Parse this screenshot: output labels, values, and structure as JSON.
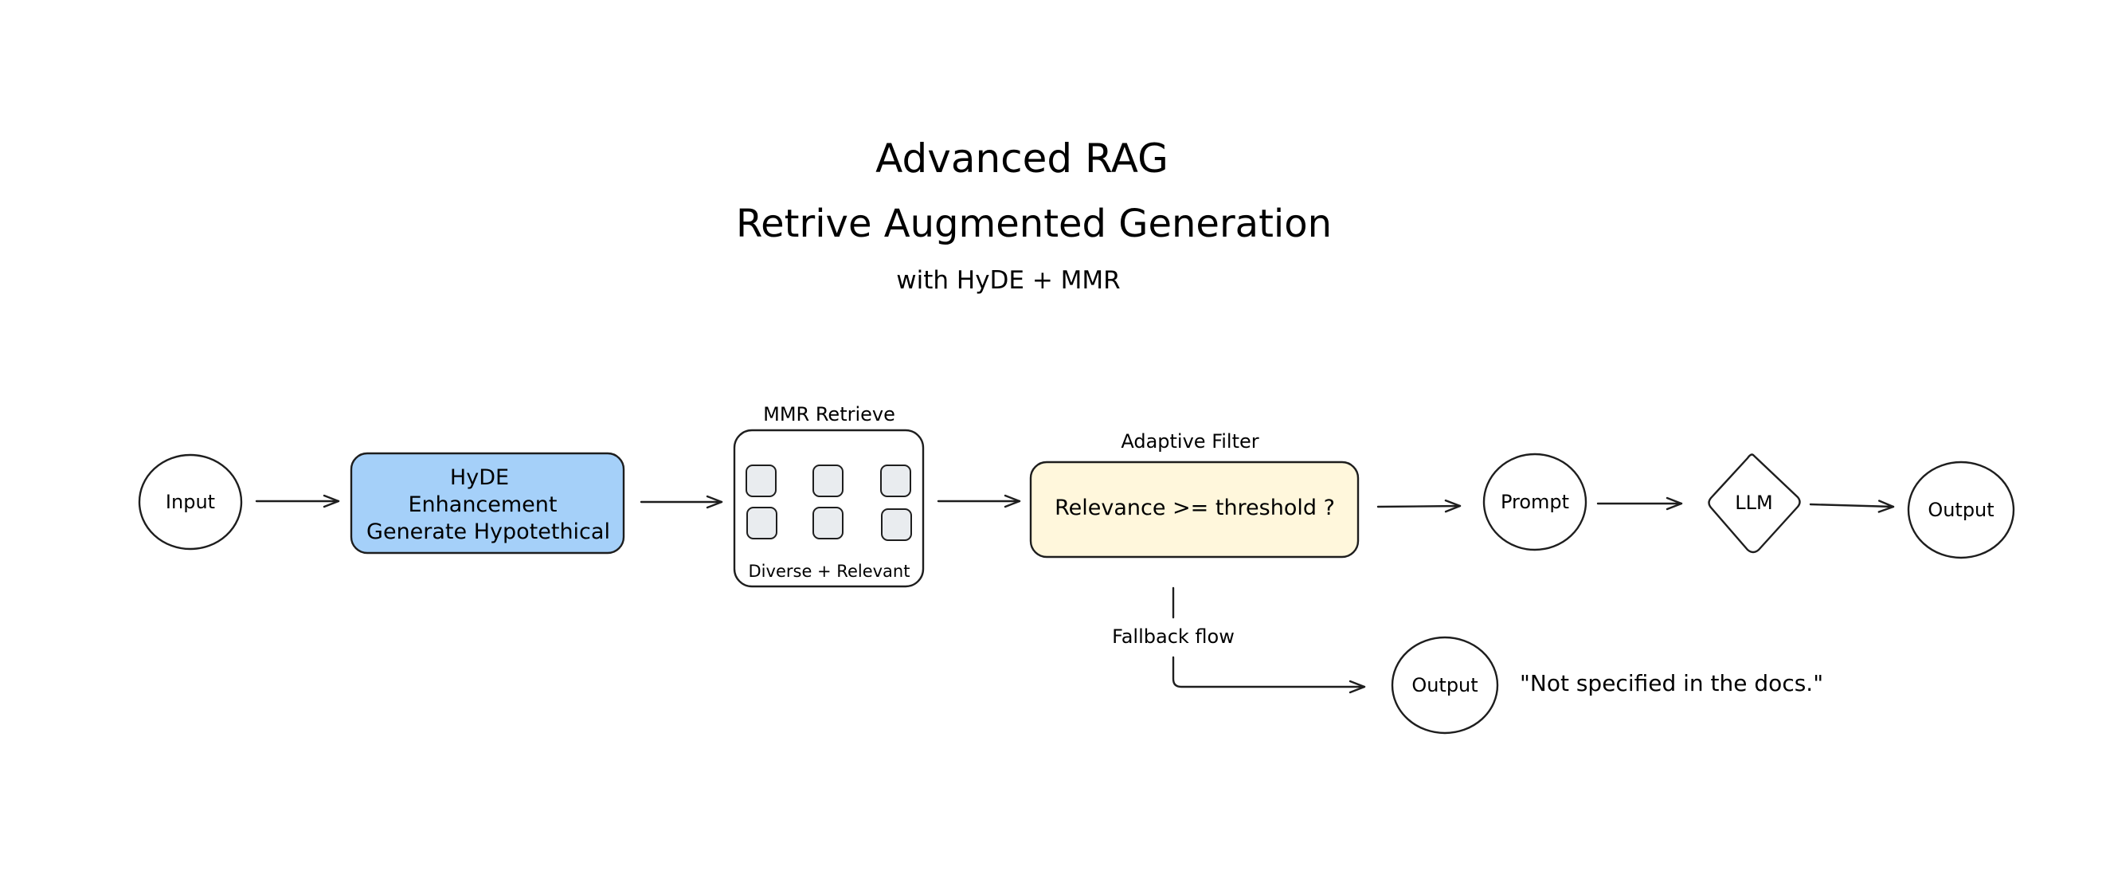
{
  "title": {
    "main": "Advanced RAG",
    "sub": "Retrive Augmented Generation",
    "tagline": "with HyDE + MMR"
  },
  "nodes": {
    "input": {
      "label": "Input"
    },
    "hyde": {
      "lines": [
        "HyDE",
        "Enhancement",
        "Generate Hypotethical"
      ],
      "fill": "#a5d0f9"
    },
    "mmr": {
      "caption_top": "MMR Retrieve",
      "caption_bottom": "Diverse + Relevant",
      "cell_fill": "#e9ecef"
    },
    "filter": {
      "caption_top": "Adaptive Filter",
      "label": "Relevance >= threshold ?",
      "fill": "#fff7dc"
    },
    "prompt": {
      "label": "Prompt"
    },
    "llm": {
      "label": "LLM"
    },
    "output_main": {
      "label": "Output"
    },
    "output_fallback": {
      "label": "Output"
    }
  },
  "fallback": {
    "edge_label": "Fallback flow",
    "message": "\"Not specified in the docs.\""
  }
}
